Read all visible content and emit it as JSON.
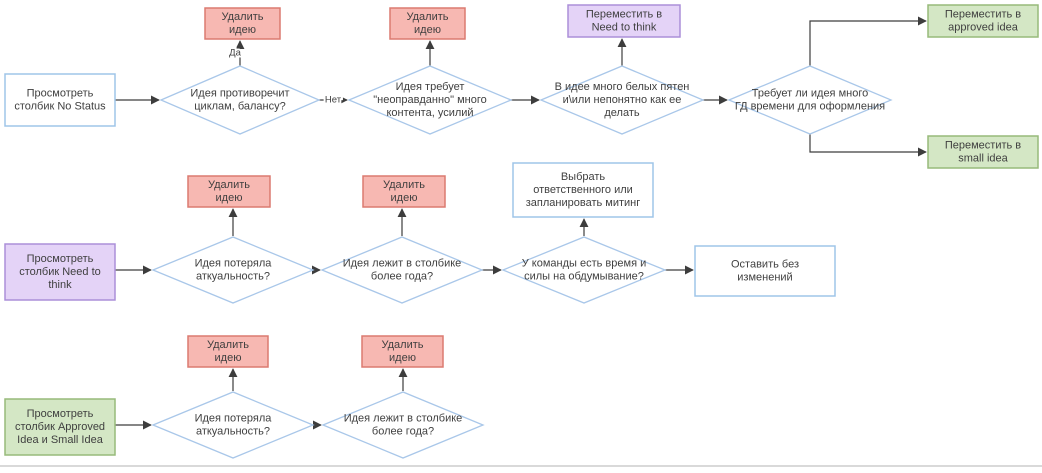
{
  "diagram": {
    "title": "Idea triage flowchart",
    "colors": {
      "text": "#3f3f3f",
      "arrow": "#3d3d3d",
      "divider": "#d9d9d9",
      "diamond_stroke": "#a9c7e9"
    },
    "styles": {
      "blue": {
        "fill": "#ffffff",
        "stroke": "#9fc5e8"
      },
      "red": {
        "fill": "#f7b8b2",
        "stroke": "#db7a70"
      },
      "purple": {
        "fill": "#e4d3f7",
        "stroke": "#ab8fd9"
      },
      "green": {
        "fill": "#d4e7c5",
        "stroke": "#97ba7a"
      },
      "diamond": {
        "fill": "#ffffff",
        "stroke": "#a9c7e9"
      }
    },
    "nodes": [
      {
        "id": "view-no-status",
        "shape": "rect",
        "style": "blue",
        "lines": [
          "Просмотреть",
          "столбик No Status"
        ]
      },
      {
        "id": "delete-idea-1",
        "shape": "rect",
        "style": "red",
        "lines": [
          "Удалить",
          "идею"
        ]
      },
      {
        "id": "delete-idea-2",
        "shape": "rect",
        "style": "red",
        "lines": [
          "Удалить",
          "идею"
        ]
      },
      {
        "id": "move-need-to-think",
        "shape": "rect",
        "style": "purple",
        "lines": [
          "Переместить в",
          "Need to think"
        ]
      },
      {
        "id": "move-approved-idea",
        "shape": "rect",
        "style": "green",
        "lines": [
          "Переместить в",
          "approved idea"
        ]
      },
      {
        "id": "move-small-idea",
        "shape": "rect",
        "style": "green",
        "lines": [
          "Переместить в",
          "small idea"
        ]
      },
      {
        "id": "contradicts-cycles",
        "shape": "diamond",
        "style": "diamond",
        "lines": [
          "Идея противоречит",
          "циклам, балансу?"
        ]
      },
      {
        "id": "requires-content",
        "shape": "diamond",
        "style": "diamond",
        "lines": [
          "Идея требует",
          "\"неоправданно\" много",
          "контента, усилий"
        ]
      },
      {
        "id": "blank-spots",
        "shape": "diamond",
        "style": "diamond",
        "lines": [
          "В идее много белых пятен",
          "и\\или непонятно как ее",
          "делать"
        ]
      },
      {
        "id": "needs-gd-time",
        "shape": "diamond",
        "style": "diamond",
        "lines": [
          "Требует ли идея много",
          "ГД времени для оформления"
        ]
      },
      {
        "id": "view-need-to-think",
        "shape": "rect",
        "style": "purple",
        "lines": [
          "Просмотреть",
          "столбик Need to",
          "think"
        ]
      },
      {
        "id": "delete-idea-3",
        "shape": "rect",
        "style": "red",
        "lines": [
          "Удалить",
          "идею"
        ]
      },
      {
        "id": "delete-idea-4",
        "shape": "rect",
        "style": "red",
        "lines": [
          "Удалить",
          "идею"
        ]
      },
      {
        "id": "lost-relevance-1",
        "shape": "diamond",
        "style": "diamond",
        "lines": [
          "Идея потеряла",
          "аткуальность?"
        ]
      },
      {
        "id": "over-a-year-1",
        "shape": "diamond",
        "style": "diamond",
        "lines": [
          "Идея лежит в столбике",
          "более года?"
        ]
      },
      {
        "id": "team-has-time",
        "shape": "diamond",
        "style": "diamond",
        "lines": [
          "У команды есть время и",
          "силы на обдумывание?"
        ]
      },
      {
        "id": "assign-or-meeting",
        "shape": "rect",
        "style": "blue",
        "lines": [
          "Выбрать",
          "ответственного или",
          "запланировать митинг"
        ]
      },
      {
        "id": "leave-unchanged",
        "shape": "rect",
        "style": "blue",
        "lines": [
          "Оставить без",
          "изменений"
        ]
      },
      {
        "id": "view-approved-small",
        "shape": "rect",
        "style": "green",
        "lines": [
          "Просмотреть",
          "столбик Approved",
          "Idea и Small Idea"
        ]
      },
      {
        "id": "delete-idea-5",
        "shape": "rect",
        "style": "red",
        "lines": [
          "Удалить",
          "идею"
        ]
      },
      {
        "id": "delete-idea-6",
        "shape": "rect",
        "style": "red",
        "lines": [
          "Удалить",
          "идею"
        ]
      },
      {
        "id": "lost-relevance-2",
        "shape": "diamond",
        "style": "diamond",
        "lines": [
          "Идея потеряла",
          "аткуальность?"
        ]
      },
      {
        "id": "over-a-year-2",
        "shape": "diamond",
        "style": "diamond",
        "lines": [
          "Идея лежит в столбике",
          "более года?"
        ]
      }
    ],
    "edges": [
      {
        "id": "e-start1",
        "label": ""
      },
      {
        "id": "e-d1-delete",
        "label": "Да"
      },
      {
        "id": "e-d1-d2",
        "label": "Нет"
      },
      {
        "id": "e-d2-delete",
        "label": ""
      },
      {
        "id": "e-d2-d3",
        "label": ""
      },
      {
        "id": "e-d3-ntt",
        "label": ""
      },
      {
        "id": "e-d3-d4",
        "label": ""
      },
      {
        "id": "e-d4-approved",
        "label": ""
      },
      {
        "id": "e-d4-small",
        "label": ""
      },
      {
        "id": "e-start2",
        "label": ""
      },
      {
        "id": "e-d5-delete",
        "label": ""
      },
      {
        "id": "e-d5-d6",
        "label": ""
      },
      {
        "id": "e-d6-delete",
        "label": ""
      },
      {
        "id": "e-d6-d7",
        "label": ""
      },
      {
        "id": "e-d7-assign",
        "label": ""
      },
      {
        "id": "e-d7-leave",
        "label": ""
      },
      {
        "id": "e-start3",
        "label": ""
      },
      {
        "id": "e-d8-delete",
        "label": ""
      },
      {
        "id": "e-d8-d9",
        "label": ""
      },
      {
        "id": "e-d9-delete",
        "label": ""
      }
    ]
  }
}
